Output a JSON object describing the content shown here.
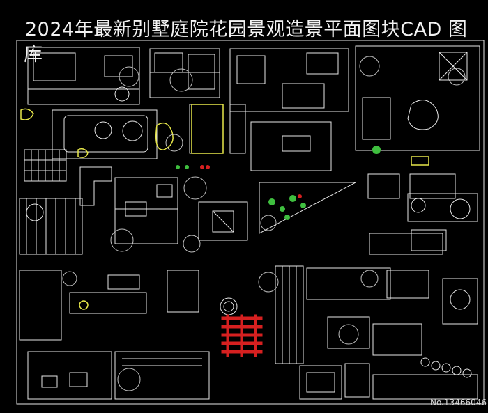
{
  "title_line1": "2024年最新别墅庭院花园景观造景平面图块CAD 图",
  "title_line2": "库",
  "image_id_label": "No.13466046",
  "colors": {
    "background": "#000000",
    "linework": "#e6e6e6",
    "accent_yellow": "#e8e84a",
    "accent_red": "#d62020",
    "accent_green": "#3fbf3f"
  }
}
